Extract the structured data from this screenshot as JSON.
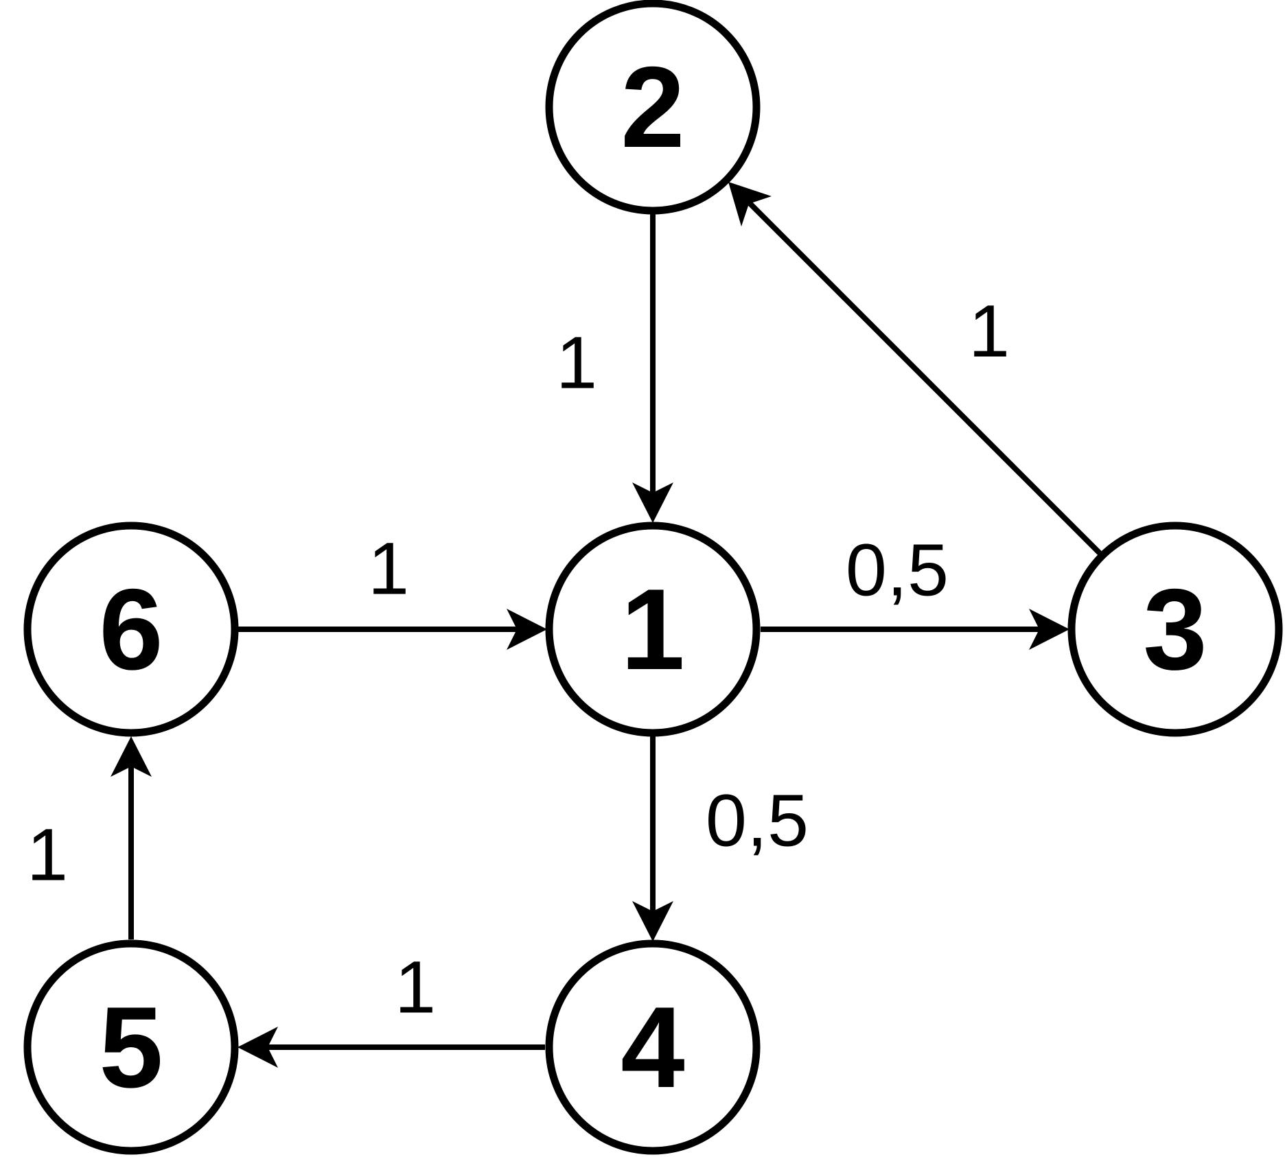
{
  "nodes": [
    {
      "id": "1",
      "label": "1"
    },
    {
      "id": "2",
      "label": "2"
    },
    {
      "id": "3",
      "label": "3"
    },
    {
      "id": "4",
      "label": "4"
    },
    {
      "id": "5",
      "label": "5"
    },
    {
      "id": "6",
      "label": "6"
    }
  ],
  "edges": [
    {
      "from": "2",
      "to": "1",
      "weight": "1"
    },
    {
      "from": "3",
      "to": "2",
      "weight": "1"
    },
    {
      "from": "1",
      "to": "3",
      "weight": "0,5"
    },
    {
      "from": "1",
      "to": "4",
      "weight": "0,5"
    },
    {
      "from": "4",
      "to": "5",
      "weight": "1"
    },
    {
      "from": "5",
      "to": "6",
      "weight": "1"
    },
    {
      "from": "6",
      "to": "1",
      "weight": "1"
    }
  ],
  "colors": {
    "stroke": "#000000",
    "background": "#ffffff"
  }
}
